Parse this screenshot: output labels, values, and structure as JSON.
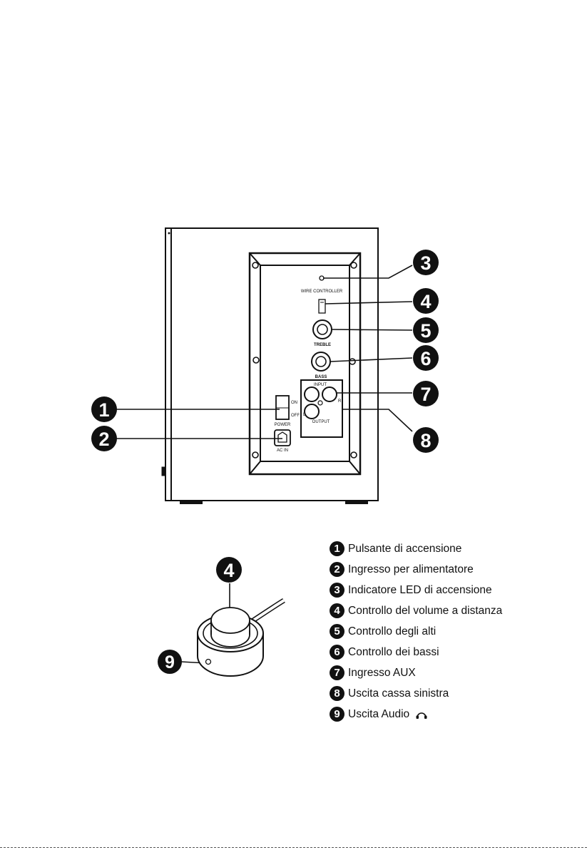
{
  "panel_labels": {
    "wire_controller": "WIRE CONTROLLER",
    "treble": "TREBLE",
    "bass": "BASS",
    "input": "INPUT",
    "output": "OUTPUT",
    "power": "POWER",
    "on": "ON",
    "off": "OFF",
    "ac_in": "AC IN",
    "r": "R",
    "l": "L"
  },
  "callouts": {
    "c1": "1",
    "c2": "2",
    "c3": "3",
    "c4": "4",
    "c5": "5",
    "c6": "6",
    "c7": "7",
    "c8": "8",
    "c4b": "4",
    "c9": "9"
  },
  "legend": [
    {
      "num": "1",
      "text": "Pulsante di accensione"
    },
    {
      "num": "2",
      "text": "Ingresso per alimentatore"
    },
    {
      "num": "3",
      "text": "Indicatore LED di accensione"
    },
    {
      "num": "4",
      "text": "Controllo del volume a distanza"
    },
    {
      "num": "5",
      "text": "Controllo degli alti"
    },
    {
      "num": "6",
      "text": "Controllo dei bassi"
    },
    {
      "num": "7",
      "text": "Ingresso AUX"
    },
    {
      "num": "8",
      "text": "Uscita cassa sinistra"
    },
    {
      "num": "9",
      "text": "Uscita Audio"
    }
  ],
  "icons": {
    "headphones": "headphones-icon"
  },
  "colors": {
    "ink": "#111111",
    "background": "#ffffff"
  }
}
